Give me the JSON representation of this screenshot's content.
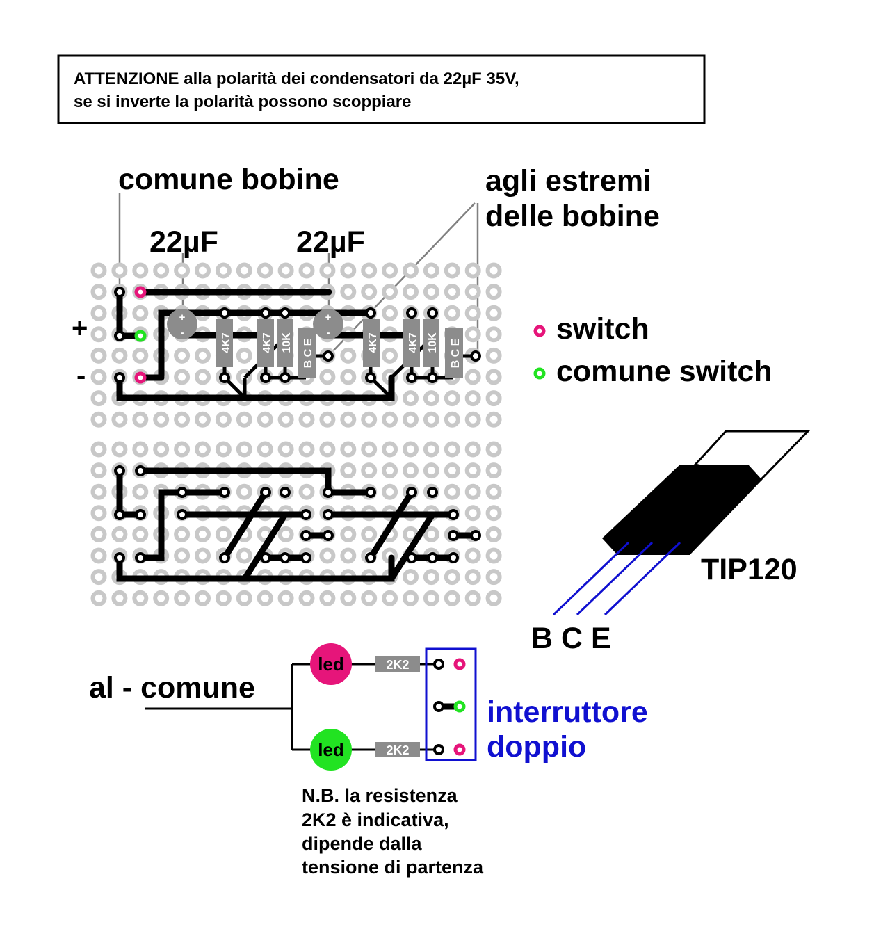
{
  "warning": {
    "line1": "ATTENZIONE alla polarità dei condensatori da 22µF 35V,",
    "line2": "se si inverte la polarità possono scoppiare"
  },
  "labels": {
    "comune_bobine": "comune bobine",
    "estremi_line1": "agli estremi",
    "estremi_line2": "delle bobine",
    "cap_left": "22µF",
    "cap_right": "22µF",
    "plus": "+",
    "minus": "-"
  },
  "components": {
    "cap_plus": "+",
    "cap_minus": "-",
    "r_4k7_a": "4K7",
    "r_4k7_b": "4K7",
    "r_10k": "10K",
    "bce": "B C E",
    "r_4k7_c": "4K7",
    "r_4k7_d": "4K7",
    "r_10k_b": "10K",
    "bce_b": "B C E"
  },
  "legend": {
    "switch": "switch",
    "comune_switch": "comune switch"
  },
  "transistor": {
    "name": "TIP120",
    "pins": "B C E"
  },
  "led_circuit": {
    "al_comune": "al - comune",
    "led_top": "led",
    "led_bottom": "led",
    "res_top": "2K2",
    "res_bottom": "2K2",
    "switch_line1": "interruttore",
    "switch_line2": "doppio"
  },
  "note": {
    "line1": "N.B. la resistenza",
    "line2": "2K2 è indicativa,",
    "line3": "dipende dalla",
    "line4": "tensione di partenza"
  },
  "colors": {
    "magenta": "#e6157a",
    "green": "#22e322",
    "blue": "#1010d0",
    "hole": "#c8c8c8",
    "component_gray": "#8c8c8c",
    "track": "#000000"
  }
}
